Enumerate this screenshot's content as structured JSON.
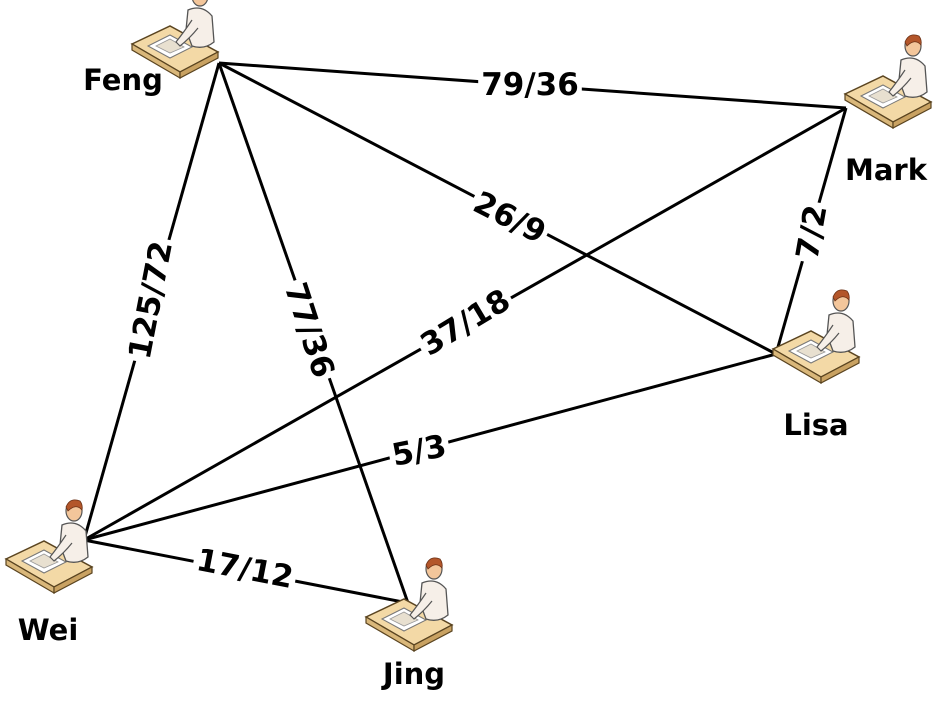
{
  "nodes": [
    {
      "id": "feng",
      "label": "Feng",
      "icon": "workstation-user-icon"
    },
    {
      "id": "mark",
      "label": "Mark",
      "icon": "workstation-user-icon"
    },
    {
      "id": "lisa",
      "label": "Lisa",
      "icon": "workstation-user-icon"
    },
    {
      "id": "wei",
      "label": "Wei",
      "icon": "workstation-user-icon"
    },
    {
      "id": "jing",
      "label": "Jing",
      "icon": "workstation-user-icon"
    }
  ],
  "edges": [
    {
      "from": "feng",
      "to": "mark",
      "label": "79/36"
    },
    {
      "from": "feng",
      "to": "lisa",
      "label": "26/9"
    },
    {
      "from": "feng",
      "to": "wei",
      "label": "125/72"
    },
    {
      "from": "feng",
      "to": "jing",
      "label": "77/36"
    },
    {
      "from": "mark",
      "to": "lisa",
      "label": "7/2"
    },
    {
      "from": "wei",
      "to": "mark",
      "label": "37/18"
    },
    {
      "from": "wei",
      "to": "lisa",
      "label": "5/3"
    },
    {
      "from": "wei",
      "to": "jing",
      "label": "17/12"
    }
  ],
  "colors": {
    "desk": "#f3d9a6",
    "desk_edge": "#5a4420",
    "person": "#f6efe8",
    "skin": "#f3c69b",
    "hair": "#b3562a"
  }
}
